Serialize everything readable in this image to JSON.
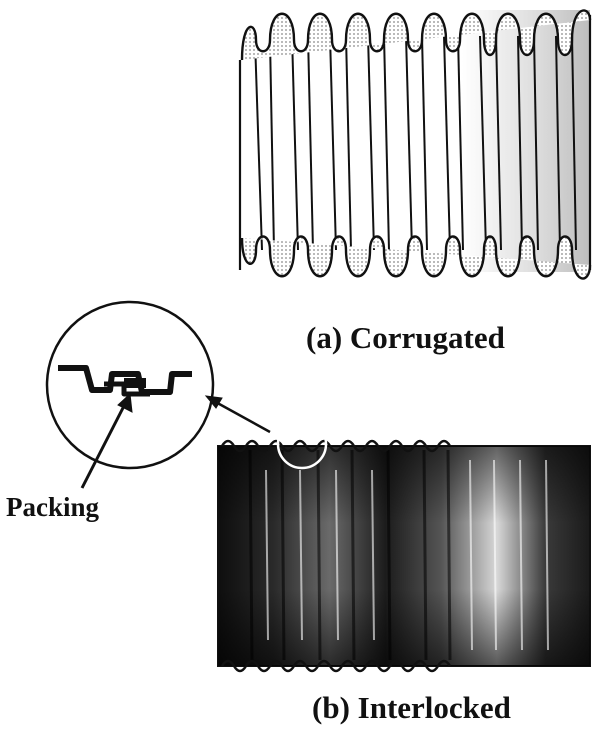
{
  "captions": {
    "corrugated": "(a) Corrugated",
    "interlocked": "(b) Interlocked",
    "packing": "Packing"
  },
  "colors": {
    "ink": "#111111",
    "hose_dark": "#1a1a1a",
    "hose_light": "#e8e8e8",
    "hatch": "#bbbbbb"
  }
}
